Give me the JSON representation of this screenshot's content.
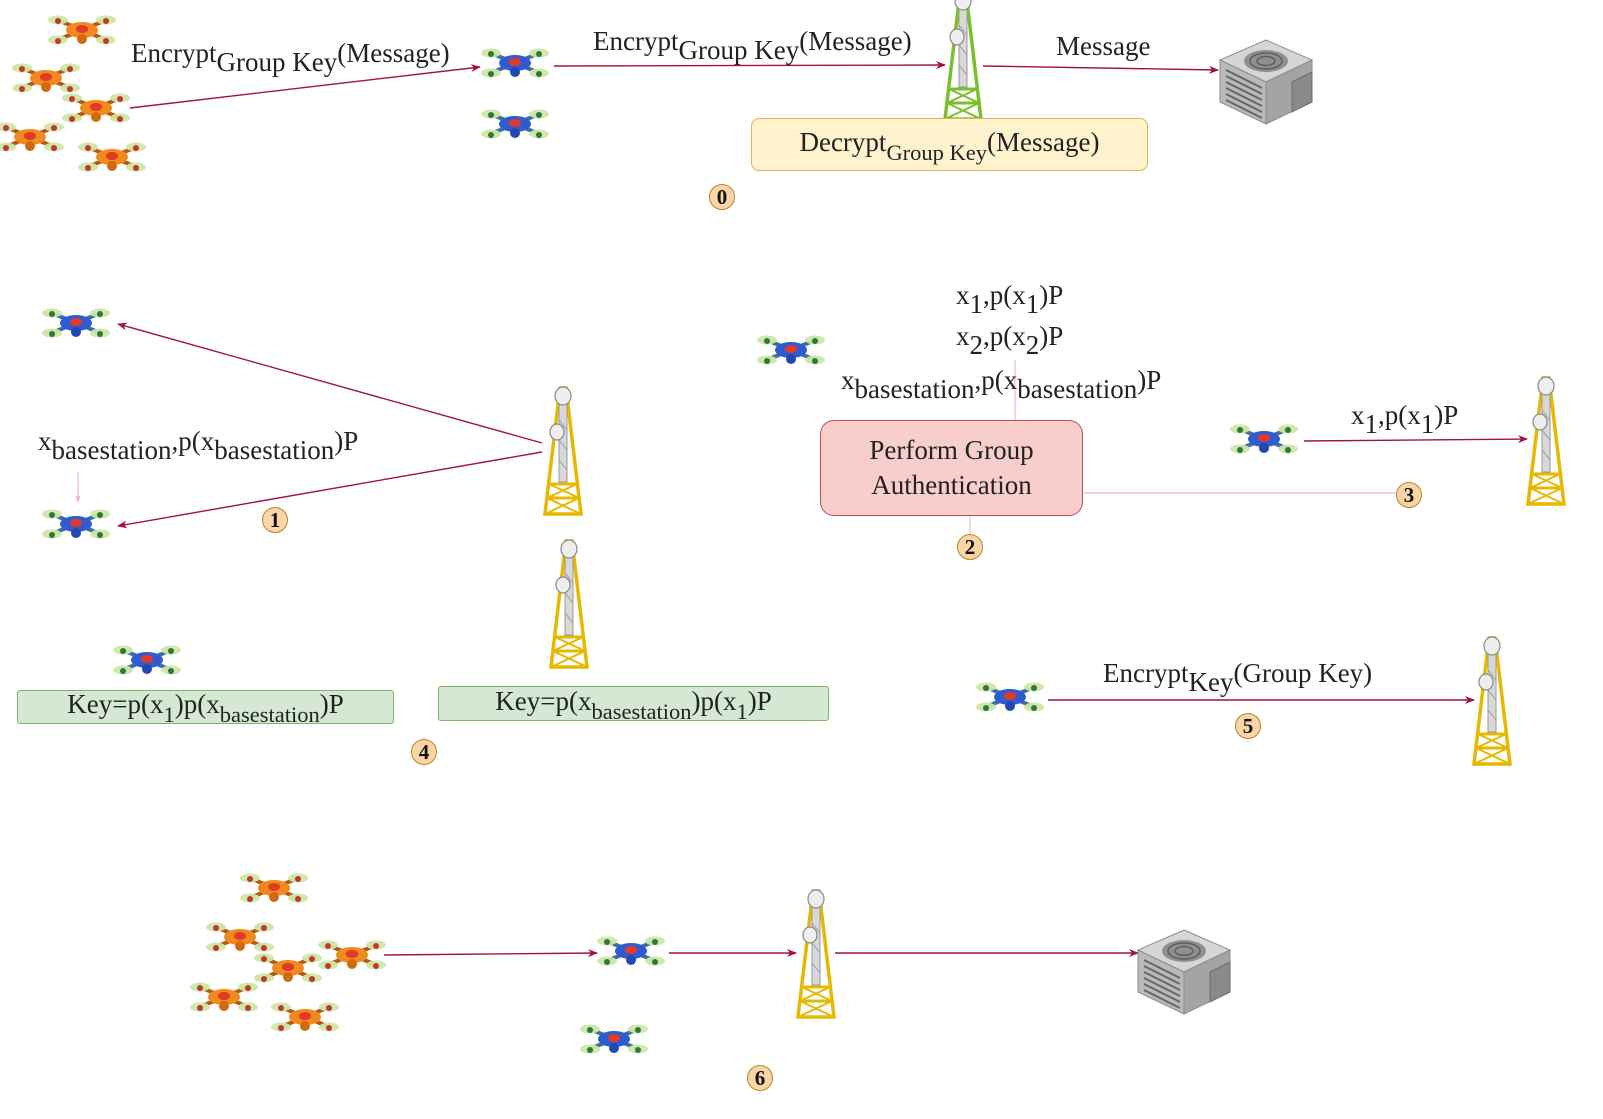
{
  "step_labels": [
    "0",
    "1",
    "2",
    "3",
    "4",
    "5",
    "6"
  ],
  "panel0": {
    "swarm_to_leader": {
      "main": "Encrypt",
      "sub": "Group Key",
      "tail": "(Message)"
    },
    "leader_to_tower": {
      "main": "Encrypt",
      "sub": "Group Key",
      "tail": "(Message)"
    },
    "tower_to_server": "Message",
    "decrypt_box": {
      "main": "Decrypt",
      "sub": "Group Key",
      "tail": "(Message)"
    }
  },
  "panel1": {
    "share": {
      "x": "x",
      "xsub": "basestation",
      "mid": ",p(x",
      "msub": "basestation",
      "tail": ")P"
    }
  },
  "panel2": {
    "shares": [
      {
        "x": "x",
        "xsub": "1",
        "mid": ",p(x",
        "msub": "1",
        "tail": ")P"
      },
      {
        "x": "x",
        "xsub": "2",
        "mid": ",p(x",
        "msub": "2",
        "tail": ")P"
      },
      {
        "x": "x",
        "xsub": "basestation",
        "mid": ",p(x",
        "msub": "basestation",
        "tail": ")P"
      }
    ],
    "box_line1": "Perform Group",
    "box_line2": "Authentication"
  },
  "panel3": {
    "share": {
      "x": "x",
      "xsub": "1",
      "mid": ",p(x",
      "msub": "1",
      "tail": ")P"
    }
  },
  "panel4": {
    "drone_key": {
      "a": "Key=p(x",
      "asub": "1",
      "b": ")p(x",
      "bsub": "basestation",
      "c": ")P"
    },
    "tower_key": {
      "a": "Key=p(x",
      "asub": "basestation",
      "b": ")p(x",
      "bsub": "1",
      "c": ")P"
    }
  },
  "panel5": {
    "label": {
      "main": "Encrypt",
      "sub": "Key",
      "tail": "(Group Key)"
    }
  },
  "colors": {
    "arrow": "#a50e4c",
    "faint_arrow": "#f2b7b5",
    "drone_blue": "#2f5bd0",
    "drone_orange": "#f08a1e",
    "tower_green": "#7cbf2c",
    "tower_yellow": "#f2c800",
    "server_gray": "#a4a4a4"
  },
  "icons": [
    "drone-icon",
    "tower-icon",
    "server-icon"
  ]
}
